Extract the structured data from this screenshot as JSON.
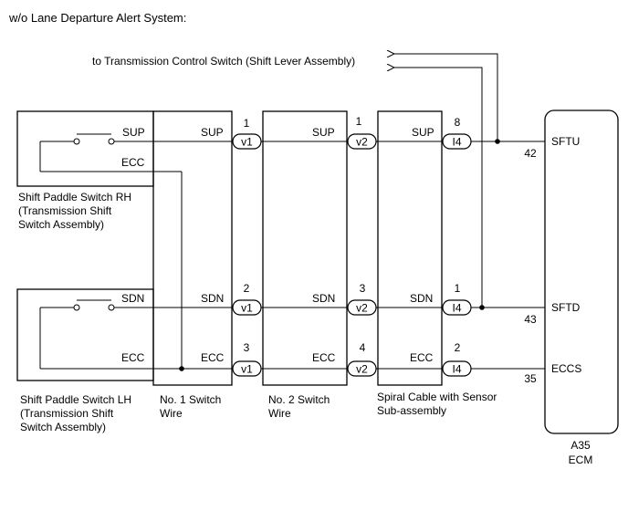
{
  "title": "w/o Lane Departure Alert System:",
  "transmission_note": "to Transmission Control Switch (Shift Lever Assembly)",
  "components": {
    "rh_switch": [
      "Shift Paddle Switch RH",
      "(Transmission Shift",
      "Switch Assembly)"
    ],
    "lh_switch": [
      "Shift Paddle Switch LH",
      "(Transmission Shift",
      "Switch Assembly)"
    ],
    "wire1": [
      "No. 1 Switch",
      "Wire"
    ],
    "wire2": [
      "No. 2 Switch",
      "Wire"
    ],
    "spiral": [
      "Spiral Cable with Sensor",
      "Sub-assembly"
    ],
    "ecm": [
      "A35",
      "ECM"
    ]
  },
  "signals": {
    "sup": "SUP",
    "sdn": "SDN",
    "ecc": "ECC"
  },
  "connectors": {
    "v1": "v1",
    "v2": "v2",
    "i4": "I4"
  },
  "pins": {
    "v1_sup": "1",
    "v1_sdn": "2",
    "v1_ecc": "3",
    "v2_sup": "1",
    "v2_sdn": "3",
    "v2_ecc": "4",
    "i4_sup": "8",
    "i4_sdn": "1",
    "i4_ecc": "2"
  },
  "ecm_terminals": {
    "sftu": "SFTU",
    "sftu_pin": "42",
    "sftd": "SFTD",
    "sftd_pin": "43",
    "eccs": "ECCS",
    "eccs_pin": "35"
  }
}
